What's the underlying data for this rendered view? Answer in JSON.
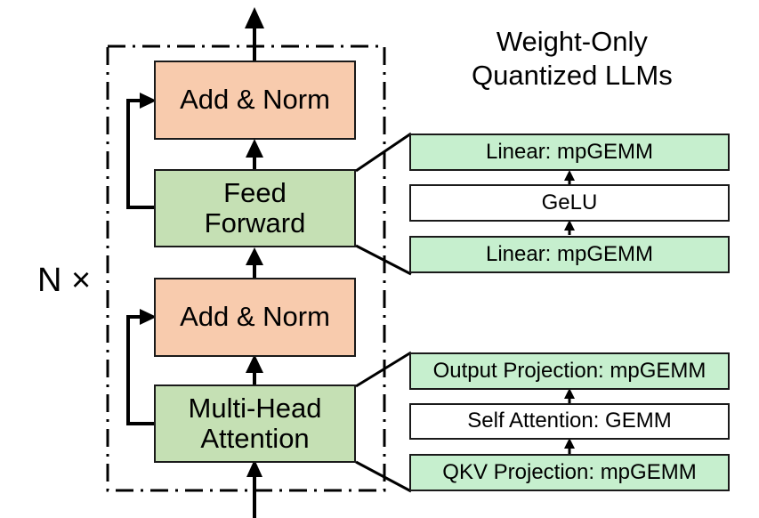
{
  "diagram": {
    "title_lines": [
      "Weight-Only",
      "Quantized LLMs"
    ],
    "repeat_label": "N ×",
    "colors": {
      "orange": "#f8cbad",
      "green_dark": "#c5e0b4",
      "green_light": "#c6efce",
      "white": "#ffffff",
      "stroke": "#1a1a1a"
    },
    "transformer_blocks": [
      {
        "id": "add-norm-top",
        "label": "Add & Norm",
        "color": "orange"
      },
      {
        "id": "feed-forward",
        "label_line1": "Feed",
        "label_line2": "Forward",
        "color": "green_dark"
      },
      {
        "id": "add-norm-bottom",
        "label": "Add & Norm",
        "color": "orange"
      },
      {
        "id": "multi-head-attention",
        "label_line1": "Multi-Head",
        "label_line2": "Attention",
        "color": "green_dark"
      }
    ],
    "ffn_detail": [
      {
        "id": "ffn-linear-top",
        "label": "Linear: mpGEMM",
        "color": "green_light"
      },
      {
        "id": "ffn-gelu",
        "label": "GeLU",
        "color": "white"
      },
      {
        "id": "ffn-linear-bottom",
        "label": "Linear: mpGEMM",
        "color": "green_light"
      }
    ],
    "attention_detail": [
      {
        "id": "attn-output-projection",
        "label": "Output Projection: mpGEMM",
        "color": "green_light"
      },
      {
        "id": "attn-self-attention",
        "label": "Self Attention: GEMM",
        "color": "white"
      },
      {
        "id": "attn-qkv-projection",
        "label": "QKV Projection: mpGEMM",
        "color": "green_light"
      }
    ]
  }
}
